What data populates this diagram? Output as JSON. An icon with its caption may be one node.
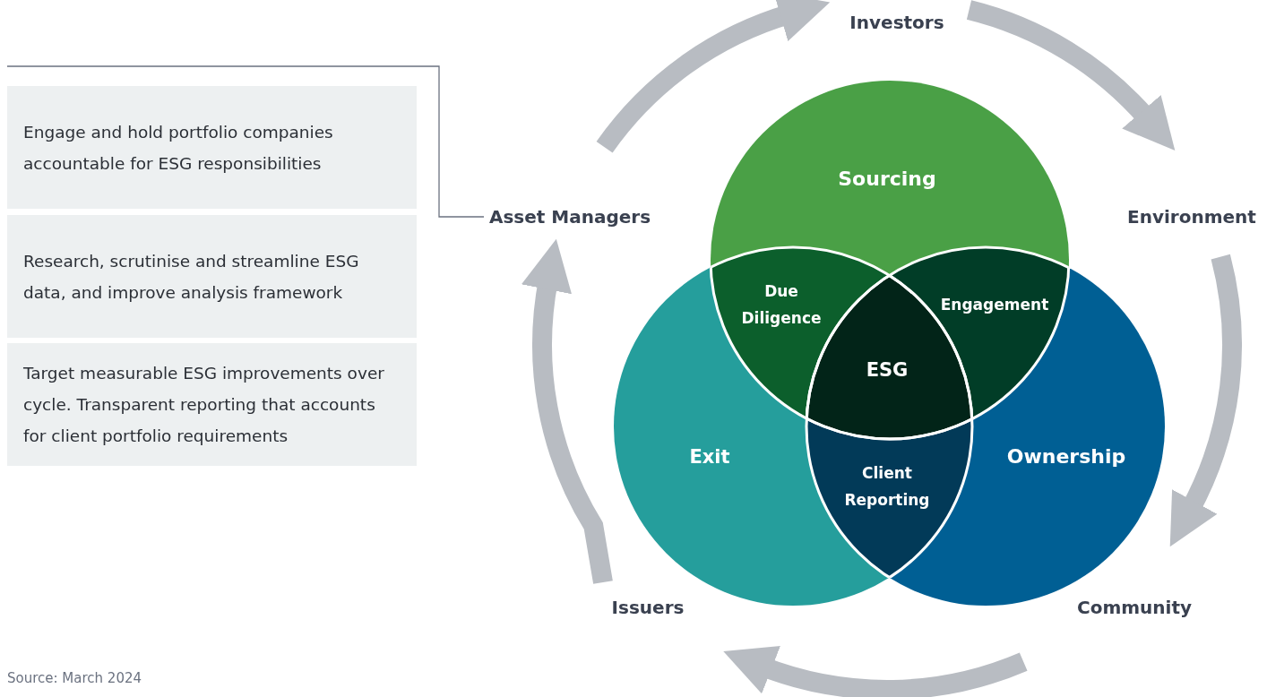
{
  "diagram": {
    "nodes": [
      {
        "text": [
          "Engage and hold portfolio companies accountable for ESG responsibilities"
        ]
      },
      {
        "text": [
          "Research, scrutinise and streamline ESG data, and improve analysis framework"
        ]
      },
      {
        "text": [
          "Target measurable ESG improvements over cycle. Transparent reporting that accounts for client portfolio requirements"
        ]
      },
      {
        "text": [
          "Asset Managers"
        ]
      },
      {
        "text": [
          "Investors"
        ]
      },
      {
        "text": [
          "Environment"
        ]
      },
      {
        "text": [
          "Community"
        ]
      },
      {
        "text": [
          "Issuers"
        ]
      },
      {
        "text": [
          "Sourcing"
        ]
      },
      {
        "text": [
          "Due Diligence"
        ]
      },
      {
        "text": [
          "Engagement"
        ]
      },
      {
        "text": [
          "ESG"
        ]
      },
      {
        "text": [
          "Exit"
        ]
      },
      {
        "text": [
          "Client Reporting"
        ]
      },
      {
        "text": [
          "Ownership"
        ]
      }
    ],
    "edges": [
      {
        "from": 3,
        "to": null,
        "arrow": "none"
      },
      {
        "from": 3,
        "to": 4,
        "arrow": "to"
      },
      {
        "from": 4,
        "to": 5,
        "arrow": "to"
      },
      {
        "from": 5,
        "to": 6,
        "arrow": "to"
      },
      {
        "from": 6,
        "to": 7,
        "arrow": "to"
      },
      {
        "from": 7,
        "to": 3,
        "arrow": "to"
      }
    ],
    "labels": [
      "Source: March 2024"
    ]
  }
}
